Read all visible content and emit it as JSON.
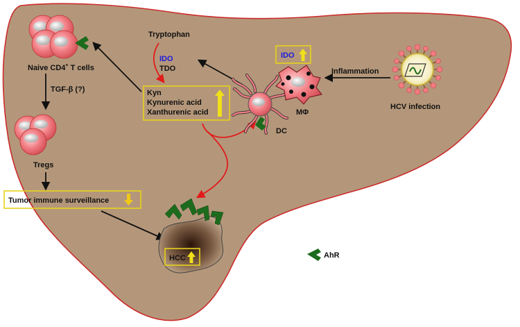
{
  "labels": {
    "tryptophan": "Tryptophan",
    "ido": "IDO",
    "tdo": "TDO",
    "kyn": "Kyn",
    "kynurenic_acid": "Kynurenic acid",
    "xanthurenic_acid": "Xanthurenic acid",
    "naive_cd4": "Naive CD4",
    "naive_cd4_sup": "+",
    "naive_cd4_tail": " T cells",
    "tgf_beta": "TGF-β (?)",
    "tregs": "Tregs",
    "tumor_surveillance": "Tumor immune surveillance",
    "hcc": "HCC",
    "dc": "DC",
    "macrophage_ido": "IDO",
    "macrophage": "MΦ",
    "inflammation": "Inflammation",
    "hcv_infection": "HCV infection",
    "ahr": "AhR"
  },
  "colors": {
    "liver": "#b4977a",
    "liver_stroke": "#cc2b2b",
    "cell_fill": "#f07c82",
    "arrow_red": "#e11b1b",
    "arrow_black": "#111111",
    "up_arrow": "#f0e01a",
    "down_arrow": "#f0c818",
    "receptor_green": "#1d6b1d",
    "box_border": "#e6d21a"
  },
  "icons": {
    "up": "up-arrow-icon",
    "down": "down-arrow-icon",
    "receptor": "ahr-receptor-icon"
  }
}
